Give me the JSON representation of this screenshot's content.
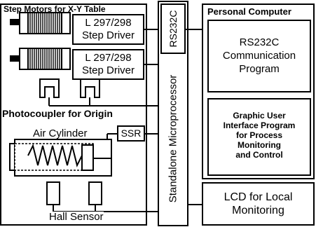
{
  "diagram": {
    "step_motors_title": "Step Motors for X-Y Table",
    "driver_1": {
      "line1": "L 297/298",
      "line2": "Step Driver"
    },
    "driver_2": {
      "line1": "L 297/298",
      "line2": "Step Driver"
    },
    "photocoupler_label": "Photocoupler for Origin",
    "air_cylinder_label": "Air Cylinder",
    "ssr_label": "SSR",
    "hall_sensor_label": "Hall Sensor",
    "microprocessor_label": "Standalone Microprocessor",
    "rs232c_label": "RS232C",
    "pc_title": "Personal Computer",
    "comm_program": {
      "line1": "RS232C",
      "line2": "Communication",
      "line3": "Program"
    },
    "gui_program": {
      "line1": "Graphic User",
      "line2": "Interface Program",
      "line3": "for Process",
      "line4": "Monitoring",
      "line5": "and Control"
    },
    "lcd": {
      "line1": "LCD for Local",
      "line2": "Monitoring"
    }
  }
}
